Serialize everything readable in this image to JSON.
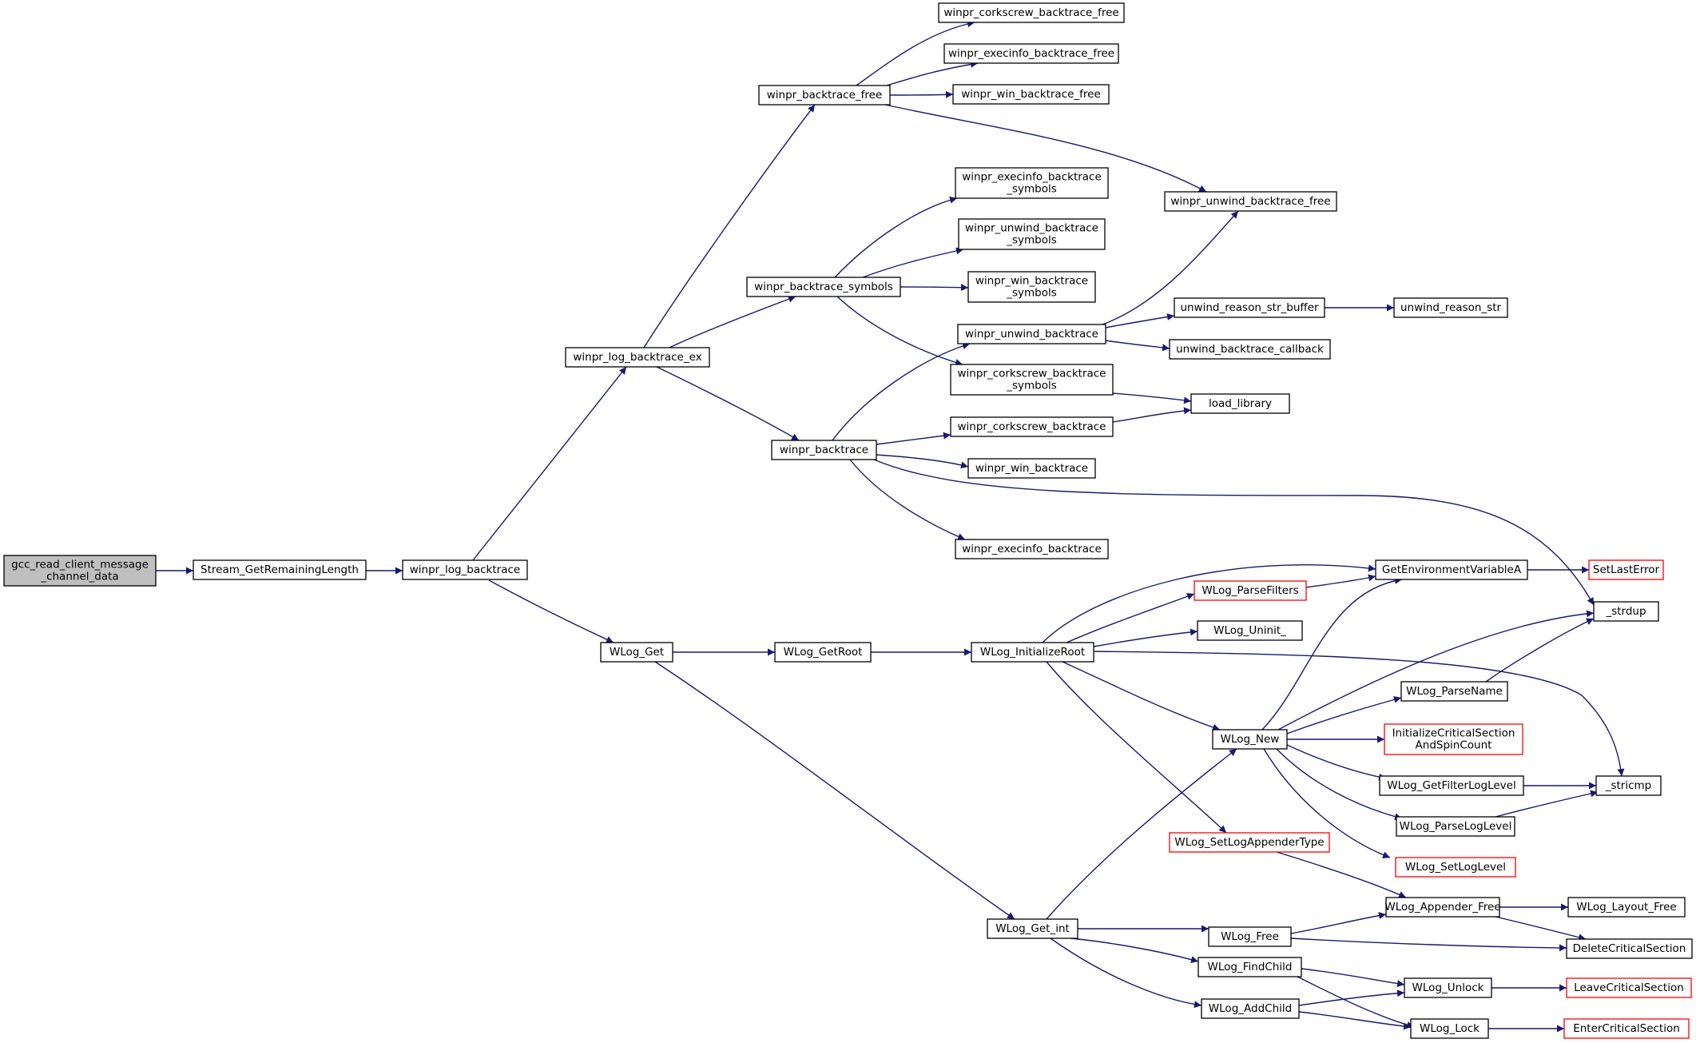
{
  "graph": {
    "colors": {
      "edge": "#191970",
      "node_border": "#000000",
      "node_border_truncated": "#ff0000",
      "root_fill": "#bfbfbf",
      "node_fill": "#ffffff"
    },
    "nodes": [
      {
        "id": "gcc",
        "lines": [
          "gcc_read_client_message",
          "_channel_data"
        ],
        "style": "root"
      },
      {
        "id": "stream",
        "lines": [
          "Stream_GetRemainingLength"
        ],
        "style": "normal"
      },
      {
        "id": "wlogbt",
        "lines": [
          "winpr_log_backtrace"
        ],
        "style": "normal"
      },
      {
        "id": "wlogbtex",
        "lines": [
          "winpr_log_backtrace_ex"
        ],
        "style": "normal"
      },
      {
        "id": "wlog_get",
        "lines": [
          "WLog_Get"
        ],
        "style": "normal"
      },
      {
        "id": "bt_free",
        "lines": [
          "winpr_backtrace_free"
        ],
        "style": "normal"
      },
      {
        "id": "bt_symbols",
        "lines": [
          "winpr_backtrace_symbols"
        ],
        "style": "normal"
      },
      {
        "id": "bt",
        "lines": [
          "winpr_backtrace"
        ],
        "style": "normal"
      },
      {
        "id": "cork_free",
        "lines": [
          "winpr_corkscrew_backtrace_free"
        ],
        "style": "normal"
      },
      {
        "id": "exec_free",
        "lines": [
          "winpr_execinfo_backtrace_free"
        ],
        "style": "normal"
      },
      {
        "id": "win_free",
        "lines": [
          "winpr_win_backtrace_free"
        ],
        "style": "normal"
      },
      {
        "id": "unwind_free",
        "lines": [
          "winpr_unwind_backtrace_free"
        ],
        "style": "normal"
      },
      {
        "id": "exec_sym",
        "lines": [
          "winpr_execinfo_backtrace",
          "_symbols"
        ],
        "style": "normal"
      },
      {
        "id": "unwind_sym",
        "lines": [
          "winpr_unwind_backtrace",
          "_symbols"
        ],
        "style": "normal"
      },
      {
        "id": "win_sym",
        "lines": [
          "winpr_win_backtrace",
          "_symbols"
        ],
        "style": "normal"
      },
      {
        "id": "unwind_bt",
        "lines": [
          "winpr_unwind_backtrace"
        ],
        "style": "normal"
      },
      {
        "id": "cork_sym",
        "lines": [
          "winpr_corkscrew_backtrace",
          "_symbols"
        ],
        "style": "normal"
      },
      {
        "id": "cork_bt",
        "lines": [
          "winpr_corkscrew_backtrace"
        ],
        "style": "normal"
      },
      {
        "id": "win_bt",
        "lines": [
          "winpr_win_backtrace"
        ],
        "style": "normal"
      },
      {
        "id": "exec_bt",
        "lines": [
          "winpr_execinfo_backtrace"
        ],
        "style": "normal"
      },
      {
        "id": "unwind_reason_buf",
        "lines": [
          "unwind_reason_str_buffer"
        ],
        "style": "normal"
      },
      {
        "id": "unwind_reason",
        "lines": [
          "unwind_reason_str"
        ],
        "style": "normal"
      },
      {
        "id": "unwind_cb",
        "lines": [
          "unwind_backtrace_callback"
        ],
        "style": "normal"
      },
      {
        "id": "load_lib",
        "lines": [
          "load_library"
        ],
        "style": "normal"
      },
      {
        "id": "getroot",
        "lines": [
          "WLog_GetRoot"
        ],
        "style": "normal"
      },
      {
        "id": "initroot",
        "lines": [
          "WLog_InitializeRoot"
        ],
        "style": "normal"
      },
      {
        "id": "getint",
        "lines": [
          "WLog_Get_int"
        ],
        "style": "normal"
      },
      {
        "id": "parsefilters",
        "lines": [
          "WLog_ParseFilters"
        ],
        "style": "truncated"
      },
      {
        "id": "uninit",
        "lines": [
          "WLog_Uninit_"
        ],
        "style": "normal"
      },
      {
        "id": "getenv",
        "lines": [
          "GetEnvironmentVariableA"
        ],
        "style": "normal"
      },
      {
        "id": "setlasterror",
        "lines": [
          "SetLastError"
        ],
        "style": "truncated"
      },
      {
        "id": "strdup",
        "lines": [
          "_strdup"
        ],
        "style": "normal"
      },
      {
        "id": "parsename",
        "lines": [
          "WLog_ParseName"
        ],
        "style": "normal"
      },
      {
        "id": "wlog_new",
        "lines": [
          "WLog_New"
        ],
        "style": "normal"
      },
      {
        "id": "initcs",
        "lines": [
          "InitializeCriticalSection",
          "AndSpinCount"
        ],
        "style": "truncated"
      },
      {
        "id": "getfilter",
        "lines": [
          "WLog_GetFilterLogLevel"
        ],
        "style": "normal"
      },
      {
        "id": "stricmp",
        "lines": [
          "_stricmp"
        ],
        "style": "normal"
      },
      {
        "id": "parseloglevel",
        "lines": [
          "WLog_ParseLogLevel"
        ],
        "style": "normal"
      },
      {
        "id": "setloglevel",
        "lines": [
          "WLog_SetLogLevel"
        ],
        "style": "truncated"
      },
      {
        "id": "setappender",
        "lines": [
          "WLog_SetLogAppenderType"
        ],
        "style": "truncated"
      },
      {
        "id": "appender_free",
        "lines": [
          "WLog_Appender_Free"
        ],
        "style": "normal"
      },
      {
        "id": "layout_free",
        "lines": [
          "WLog_Layout_Free"
        ],
        "style": "normal"
      },
      {
        "id": "wlog_free",
        "lines": [
          "WLog_Free"
        ],
        "style": "normal"
      },
      {
        "id": "deletecs",
        "lines": [
          "DeleteCriticalSection"
        ],
        "style": "normal"
      },
      {
        "id": "findchild",
        "lines": [
          "WLog_FindChild"
        ],
        "style": "normal"
      },
      {
        "id": "addchild",
        "lines": [
          "WLog_AddChild"
        ],
        "style": "normal"
      },
      {
        "id": "unlock",
        "lines": [
          "WLog_Unlock"
        ],
        "style": "normal"
      },
      {
        "id": "lock",
        "lines": [
          "WLog_Lock"
        ],
        "style": "normal"
      },
      {
        "id": "leavecs",
        "lines": [
          "LeaveCriticalSection"
        ],
        "style": "truncated"
      },
      {
        "id": "entercs",
        "lines": [
          "EnterCriticalSection"
        ],
        "style": "truncated"
      }
    ],
    "edges": [
      {
        "from": "gcc",
        "to": "stream"
      },
      {
        "from": "stream",
        "to": "wlogbt"
      },
      {
        "from": "wlogbt",
        "to": "wlogbtex"
      },
      {
        "from": "wlogbt",
        "to": "wlog_get"
      },
      {
        "from": "wlogbtex",
        "to": "bt_free"
      },
      {
        "from": "wlogbtex",
        "to": "bt_symbols"
      },
      {
        "from": "wlogbtex",
        "to": "bt"
      },
      {
        "from": "bt_free",
        "to": "cork_free"
      },
      {
        "from": "bt_free",
        "to": "exec_free"
      },
      {
        "from": "bt_free",
        "to": "win_free"
      },
      {
        "from": "bt_free",
        "to": "unwind_free"
      },
      {
        "from": "bt_symbols",
        "to": "exec_sym"
      },
      {
        "from": "bt_symbols",
        "to": "unwind_sym"
      },
      {
        "from": "bt_symbols",
        "to": "win_sym"
      },
      {
        "from": "bt_symbols",
        "to": "cork_sym"
      },
      {
        "from": "bt",
        "to": "unwind_bt"
      },
      {
        "from": "bt",
        "to": "cork_bt"
      },
      {
        "from": "bt",
        "to": "win_bt"
      },
      {
        "from": "bt",
        "to": "exec_bt"
      },
      {
        "from": "bt",
        "to": "strdup"
      },
      {
        "from": "unwind_bt",
        "to": "unwind_free"
      },
      {
        "from": "unwind_bt",
        "to": "unwind_reason_buf"
      },
      {
        "from": "unwind_bt",
        "to": "unwind_cb"
      },
      {
        "from": "unwind_reason_buf",
        "to": "unwind_reason"
      },
      {
        "from": "cork_sym",
        "to": "load_lib"
      },
      {
        "from": "cork_bt",
        "to": "load_lib"
      },
      {
        "from": "wlog_get",
        "to": "getroot"
      },
      {
        "from": "wlog_get",
        "to": "getint"
      },
      {
        "from": "getroot",
        "to": "initroot"
      },
      {
        "from": "initroot",
        "to": "getenv"
      },
      {
        "from": "initroot",
        "to": "parsefilters"
      },
      {
        "from": "initroot",
        "to": "uninit"
      },
      {
        "from": "initroot",
        "to": "stricmp"
      },
      {
        "from": "initroot",
        "to": "wlog_new"
      },
      {
        "from": "initroot",
        "to": "setappender"
      },
      {
        "from": "parsefilters",
        "to": "getenv"
      },
      {
        "from": "getenv",
        "to": "setlasterror"
      },
      {
        "from": "wlog_new",
        "to": "getenv"
      },
      {
        "from": "wlog_new",
        "to": "strdup"
      },
      {
        "from": "wlog_new",
        "to": "parsename"
      },
      {
        "from": "wlog_new",
        "to": "initcs"
      },
      {
        "from": "wlog_new",
        "to": "getfilter"
      },
      {
        "from": "wlog_new",
        "to": "parseloglevel"
      },
      {
        "from": "wlog_new",
        "to": "setloglevel"
      },
      {
        "from": "parsename",
        "to": "strdup"
      },
      {
        "from": "getfilter",
        "to": "stricmp"
      },
      {
        "from": "parseloglevel",
        "to": "stricmp"
      },
      {
        "from": "setappender",
        "to": "appender_free"
      },
      {
        "from": "appender_free",
        "to": "layout_free"
      },
      {
        "from": "appender_free",
        "to": "deletecs"
      },
      {
        "from": "getint",
        "to": "wlog_new"
      },
      {
        "from": "getint",
        "to": "wlog_free"
      },
      {
        "from": "getint",
        "to": "findchild"
      },
      {
        "from": "getint",
        "to": "addchild"
      },
      {
        "from": "wlog_free",
        "to": "appender_free"
      },
      {
        "from": "wlog_free",
        "to": "deletecs"
      },
      {
        "from": "findchild",
        "to": "unlock"
      },
      {
        "from": "findchild",
        "to": "lock"
      },
      {
        "from": "addchild",
        "to": "unlock"
      },
      {
        "from": "addchild",
        "to": "lock"
      },
      {
        "from": "unlock",
        "to": "leavecs"
      },
      {
        "from": "lock",
        "to": "entercs"
      }
    ]
  }
}
